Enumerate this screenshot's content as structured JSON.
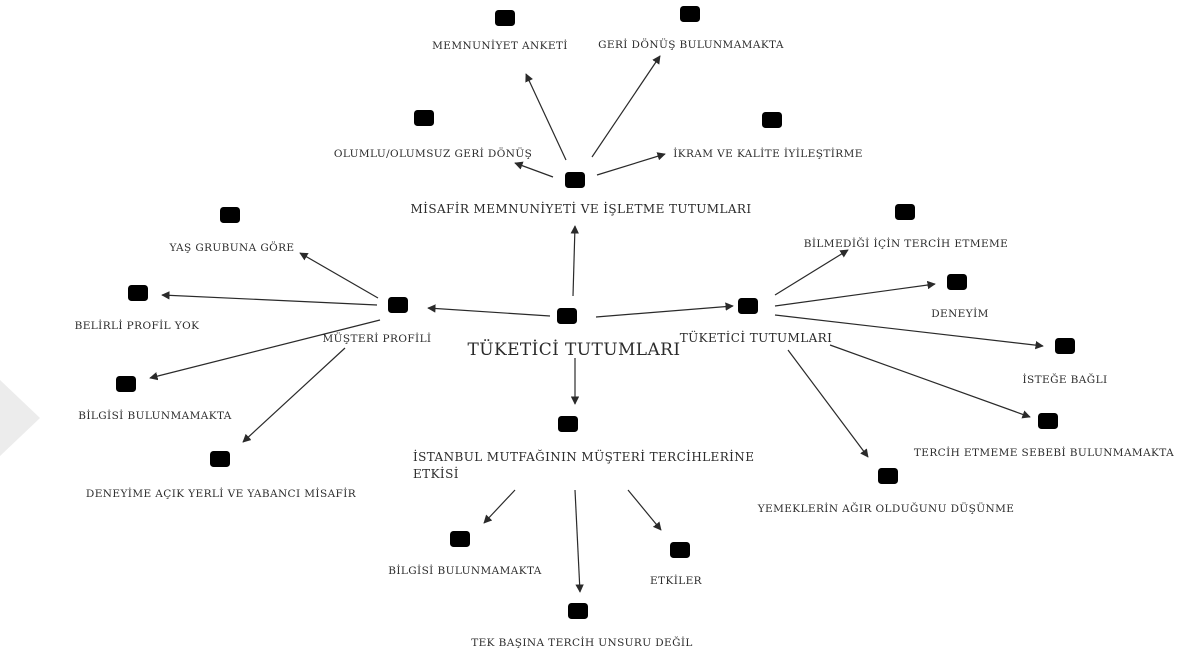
{
  "diagram": {
    "nodes": {
      "root": "TÜKETİCİ TUTUMLARI",
      "satisfaction": "MİSAFİR MEMNUNİYETİ VE İŞLETME TUTUMLARI",
      "survey": "MEMNUNİYET ANKETİ",
      "no_feedback": "GERİ DÖNÜŞ BULUNMAMAKTA",
      "feedback": "OLUMLU/OLUMSUZ GERİ DÖNÜŞ",
      "improvement": "İKRAM VE KALİTE İYİLEŞTİRME",
      "profile": "MÜŞTERİ PROFİLİ",
      "age_group": "YAŞ GRUBUNA GÖRE",
      "no_profile": "BELİRLİ PROFİL YOK",
      "no_info_profile": "BİLGİSİ BULUNMAMAKTA",
      "open_guest": "DENEYİME AÇIK YERLİ VE YABANCI MİSAFİR",
      "consumer": "TÜKETİCİ TUTUMLARI",
      "unknown": "BİLMEDİĞİ İÇİN TERCİH ETMEME",
      "experience": "DENEYİM",
      "optional": "İSTEĞE BAĞLI",
      "no_reason": "TERCİH ETMEME SEBEBİ BULUNMAMAKTA",
      "heavy_food": "YEMEKLERİN AĞIR OLDUĞUNU DÜŞÜNME",
      "istanbul_1": "İSTANBUL MUTFAĞININ MÜŞTERİ TERCİHLERİNE",
      "istanbul_2": "ETKİSİ",
      "no_info_ist": "BİLGİSİ BULUNMAMAKTA",
      "affects": "ETKİLER",
      "not_alone": "TEK BAŞINA TERCİH UNSURU DEĞİL"
    },
    "icon_color": "#f1c21b",
    "edge_color": "#2a2a2a"
  }
}
